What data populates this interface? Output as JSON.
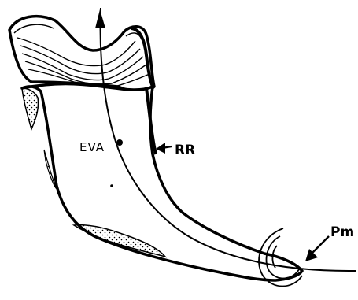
{
  "labels": {
    "eva": "EVA",
    "rr": "RR",
    "pm": "Pm"
  },
  "colors": {
    "ink": "#000000",
    "paper": "#ffffff"
  },
  "icons": {
    "growth_axis": "arrow-up-icon",
    "rr_pointer": "arrow-left-icon",
    "pm_pointer": "arrow-down-left-icon"
  }
}
